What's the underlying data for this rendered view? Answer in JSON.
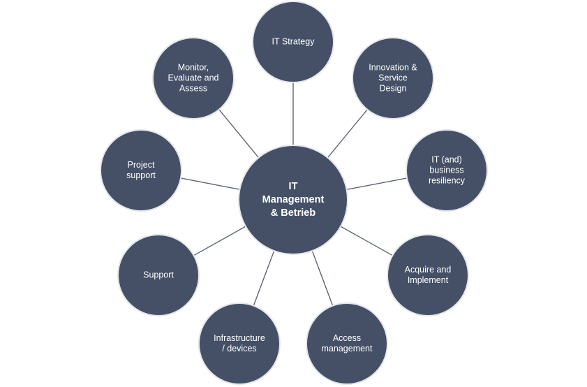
{
  "center": {
    "lines": [
      "IT",
      "Management",
      "& Betrieb"
    ]
  },
  "nodes": [
    {
      "id": "it-strategy",
      "lines": [
        "IT Strategy"
      ]
    },
    {
      "id": "innovation-service-design",
      "lines": [
        "Innovation &",
        "Service",
        "Design"
      ]
    },
    {
      "id": "it-business-resiliency",
      "lines": [
        "IT (and)",
        "business",
        "resiliency"
      ]
    },
    {
      "id": "acquire-implement",
      "lines": [
        "Acquire and",
        "Implement"
      ]
    },
    {
      "id": "access-management",
      "lines": [
        "Access",
        "management"
      ]
    },
    {
      "id": "infrastructure-devices",
      "lines": [
        "Infrastructure",
        "/ devices"
      ]
    },
    {
      "id": "support",
      "lines": [
        "Support"
      ]
    },
    {
      "id": "project-support",
      "lines": [
        "Project",
        "support"
      ]
    },
    {
      "id": "monitor-evaluate-assess",
      "lines": [
        "Monitor,",
        "Evaluate and",
        "Assess"
      ]
    }
  ]
}
